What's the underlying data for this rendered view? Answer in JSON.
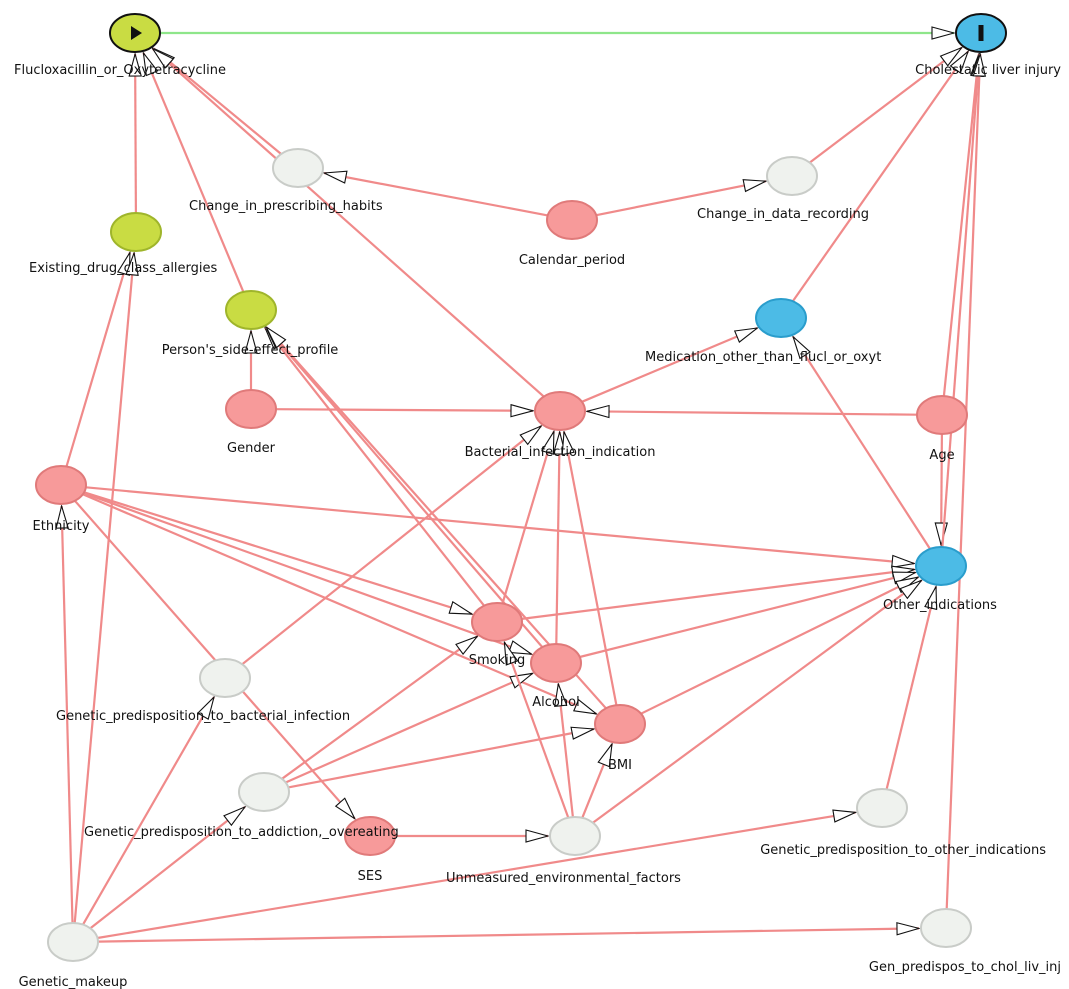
{
  "colors": {
    "exposure": "#c9dc43",
    "outcome": "#4cbbe6",
    "ancestor": "#f79a9a",
    "unobserved": "#eff2ee",
    "edge_biasing": "#f08a8a",
    "edge_causal": "#8ee68a"
  },
  "nodes": [
    {
      "id": "exposure",
      "label": "Flucloxacillin_or_Oxytetracycline",
      "type": "exposure",
      "icon": "play-icon"
    },
    {
      "id": "outcome",
      "label": "Cholestatic liver injury",
      "type": "outcome",
      "icon": "bar-icon"
    },
    {
      "id": "prescribing",
      "label": "Change_in_prescribing_habits",
      "type": "unobserved"
    },
    {
      "id": "recording",
      "label": "Change_in_data_recording",
      "type": "unobserved"
    },
    {
      "id": "calendar",
      "label": "Calendar_period",
      "type": "ancestor"
    },
    {
      "id": "allergies",
      "label": "Existing_drug_class_allergies",
      "type": "exposure"
    },
    {
      "id": "sideeffect",
      "label": "Person's_side-effect_profile",
      "type": "exposure"
    },
    {
      "id": "medication",
      "label": "Medication_other_than_flucl_or_oxyt",
      "type": "outcome"
    },
    {
      "id": "gender",
      "label": "Gender",
      "type": "ancestor"
    },
    {
      "id": "bacterial",
      "label": "Bacterial_infection_indication",
      "type": "ancestor"
    },
    {
      "id": "age",
      "label": "Age",
      "type": "ancestor"
    },
    {
      "id": "ethnicity",
      "label": "Ethnicity",
      "type": "ancestor"
    },
    {
      "id": "other_ind",
      "label": "Other_indications",
      "type": "outcome"
    },
    {
      "id": "smoking",
      "label": "Smoking",
      "type": "ancestor"
    },
    {
      "id": "alcohol",
      "label": "Alcohol",
      "type": "ancestor"
    },
    {
      "id": "bmi",
      "label": "BMI",
      "type": "ancestor"
    },
    {
      "id": "gp_bact",
      "label": "Genetic_predisposition_to_bacterial_infection",
      "type": "unobserved"
    },
    {
      "id": "gp_addict",
      "label": "Genetic_predisposition_to_addiction,_overeating",
      "type": "unobserved"
    },
    {
      "id": "ses",
      "label": "SES",
      "type": "ancestor"
    },
    {
      "id": "unmeasured",
      "label": "Unmeasured_environmental_factors",
      "type": "unobserved"
    },
    {
      "id": "gp_other",
      "label": "Genetic_predisposition_to_other_indications",
      "type": "unobserved"
    },
    {
      "id": "genetic",
      "label": "Genetic_makeup",
      "type": "unobserved"
    },
    {
      "id": "gp_chol",
      "label": "Gen_predispos_to_chol_liv_inj",
      "type": "unobserved"
    }
  ],
  "edges": [
    {
      "from": "exposure",
      "to": "outcome",
      "kind": "causal"
    },
    {
      "from": "calendar",
      "to": "prescribing",
      "kind": "biasing"
    },
    {
      "from": "calendar",
      "to": "recording",
      "kind": "biasing"
    },
    {
      "from": "prescribing",
      "to": "exposure",
      "kind": "biasing"
    },
    {
      "from": "recording",
      "to": "outcome",
      "kind": "biasing"
    },
    {
      "from": "allergies",
      "to": "exposure",
      "kind": "biasing"
    },
    {
      "from": "sideeffect",
      "to": "exposure",
      "kind": "biasing"
    },
    {
      "from": "gender",
      "to": "sideeffect",
      "kind": "biasing"
    },
    {
      "from": "gender",
      "to": "bacterial",
      "kind": "biasing"
    },
    {
      "from": "bacterial",
      "to": "exposure",
      "kind": "biasing"
    },
    {
      "from": "bacterial",
      "to": "medication",
      "kind": "biasing"
    },
    {
      "from": "medication",
      "to": "outcome",
      "kind": "biasing"
    },
    {
      "from": "age",
      "to": "bacterial",
      "kind": "biasing"
    },
    {
      "from": "age",
      "to": "outcome",
      "kind": "biasing"
    },
    {
      "from": "age",
      "to": "other_ind",
      "kind": "biasing"
    },
    {
      "from": "other_ind",
      "to": "medication",
      "kind": "biasing"
    },
    {
      "from": "other_ind",
      "to": "outcome",
      "kind": "biasing"
    },
    {
      "from": "ethnicity",
      "to": "allergies",
      "kind": "biasing"
    },
    {
      "from": "ethnicity",
      "to": "smoking",
      "kind": "biasing"
    },
    {
      "from": "ethnicity",
      "to": "alcohol",
      "kind": "biasing"
    },
    {
      "from": "ethnicity",
      "to": "bmi",
      "kind": "biasing"
    },
    {
      "from": "ethnicity",
      "to": "other_ind",
      "kind": "biasing"
    },
    {
      "from": "ethnicity",
      "to": "ses",
      "kind": "biasing"
    },
    {
      "from": "smoking",
      "to": "bacterial",
      "kind": "biasing"
    },
    {
      "from": "alcohol",
      "to": "bacterial",
      "kind": "biasing"
    },
    {
      "from": "bmi",
      "to": "bacterial",
      "kind": "biasing"
    },
    {
      "from": "smoking",
      "to": "sideeffect",
      "kind": "biasing"
    },
    {
      "from": "alcohol",
      "to": "sideeffect",
      "kind": "biasing"
    },
    {
      "from": "bmi",
      "to": "sideeffect",
      "kind": "biasing"
    },
    {
      "from": "smoking",
      "to": "other_ind",
      "kind": "biasing"
    },
    {
      "from": "alcohol",
      "to": "other_ind",
      "kind": "biasing"
    },
    {
      "from": "bmi",
      "to": "other_ind",
      "kind": "biasing"
    },
    {
      "from": "gp_bact",
      "to": "bacterial",
      "kind": "biasing"
    },
    {
      "from": "gp_addict",
      "to": "smoking",
      "kind": "biasing"
    },
    {
      "from": "gp_addict",
      "to": "alcohol",
      "kind": "biasing"
    },
    {
      "from": "gp_addict",
      "to": "bmi",
      "kind": "biasing"
    },
    {
      "from": "ses",
      "to": "unmeasured",
      "kind": "biasing"
    },
    {
      "from": "unmeasured",
      "to": "smoking",
      "kind": "biasing"
    },
    {
      "from": "unmeasured",
      "to": "alcohol",
      "kind": "biasing"
    },
    {
      "from": "unmeasured",
      "to": "bmi",
      "kind": "biasing"
    },
    {
      "from": "unmeasured",
      "to": "other_ind",
      "kind": "biasing"
    },
    {
      "from": "gp_other",
      "to": "other_ind",
      "kind": "biasing"
    },
    {
      "from": "gp_chol",
      "to": "outcome",
      "kind": "biasing"
    },
    {
      "from": "genetic",
      "to": "allergies",
      "kind": "biasing"
    },
    {
      "from": "genetic",
      "to": "ethnicity",
      "kind": "biasing"
    },
    {
      "from": "genetic",
      "to": "gp_bact",
      "kind": "biasing"
    },
    {
      "from": "genetic",
      "to": "gp_addict",
      "kind": "biasing"
    },
    {
      "from": "genetic",
      "to": "gp_other",
      "kind": "biasing"
    },
    {
      "from": "genetic",
      "to": "gp_chol",
      "kind": "biasing"
    }
  ]
}
